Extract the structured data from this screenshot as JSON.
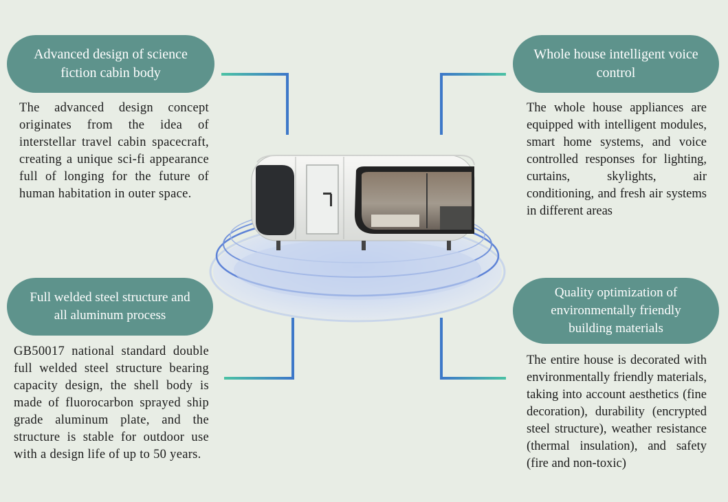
{
  "features": {
    "top_left": {
      "title": "Advanced design of science fiction cabin body",
      "description": "The advanced design concept originates from the idea of interstellar travel cabin spacecraft, creating a unique sci-fi appearance full of longing for the future of human habitation in outer space."
    },
    "top_right": {
      "title": "Whole house intelligent voice control",
      "description": "The whole house appliances are equipped with intelligent modules, smart home systems, and voice controlled responses for lighting, curtains, skylights, air conditioning, and fresh air systems in different areas"
    },
    "bottom_left": {
      "title": "Full welded steel structure and all aluminum process",
      "description": "GB50017 national standard double full welded steel structure bearing capacity design, the shell body is made of fluorocarbon sprayed ship grade aluminum plate, and the structure is stable for outdoor use with a design life of up to 50 years."
    },
    "bottom_right": {
      "title": "Quality optimization of environmentally friendly building materials",
      "description": "The entire house is decorated with environmentally friendly materials, taking into account aesthetics (fine decoration), durability (encrypted steel structure), weather resistance (thermal insulation), and safety (fire and non-toxic)"
    }
  },
  "colors": {
    "background": "#e8ede5",
    "pill": "#5e938c",
    "connector_blue": "#3d78c9",
    "connector_teal": "#4bc2a4"
  }
}
